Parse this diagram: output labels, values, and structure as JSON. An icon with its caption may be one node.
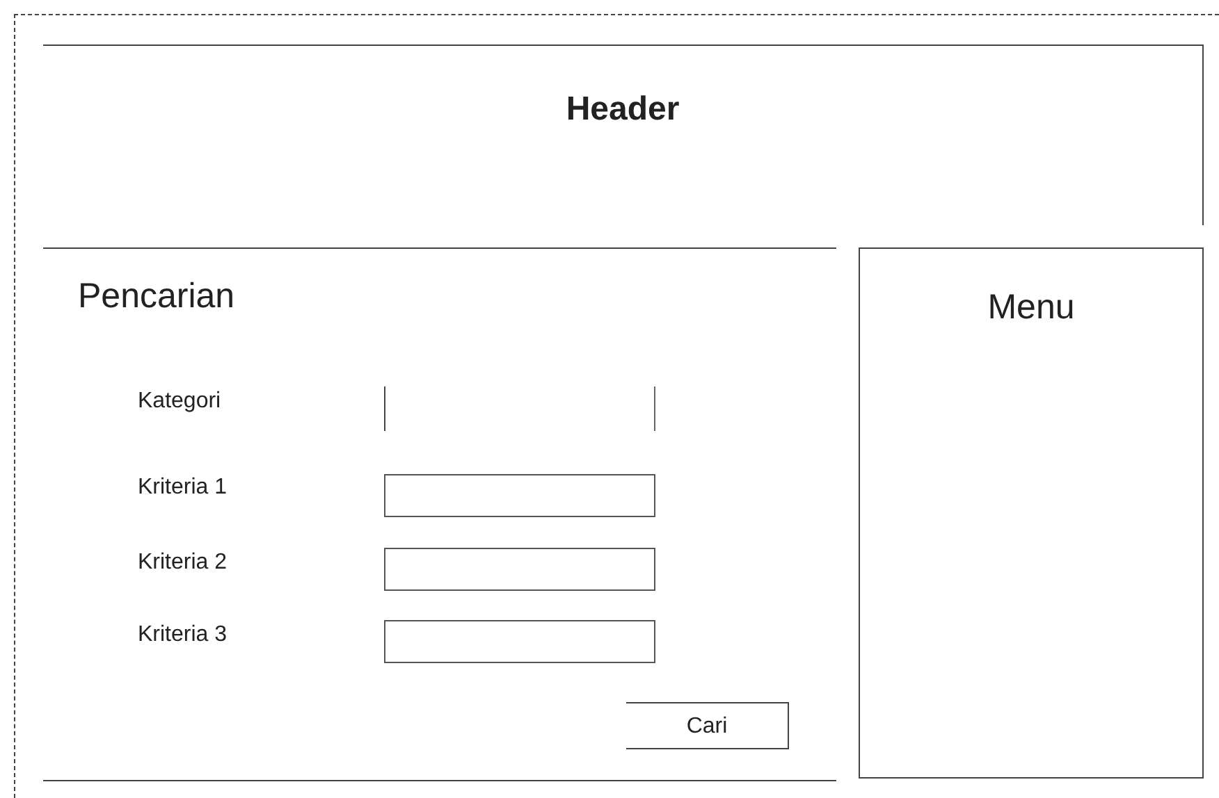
{
  "diagram": {
    "nodes": [
      {
        "text": [],
        "shape": "box"
      },
      {
        "text": [
          "Header"
        ],
        "in": 0
      },
      {
        "text": [
          "Pencarian"
        ],
        "in": 0
      },
      {
        "text": [
          "Menu"
        ],
        "in": 0
      },
      {
        "text": [
          "Cari"
        ],
        "in": 2
      }
    ],
    "labels": [
      "Kategori",
      "Kriteria 1",
      "Kriteria 2",
      "Kriteria 3"
    ]
  }
}
